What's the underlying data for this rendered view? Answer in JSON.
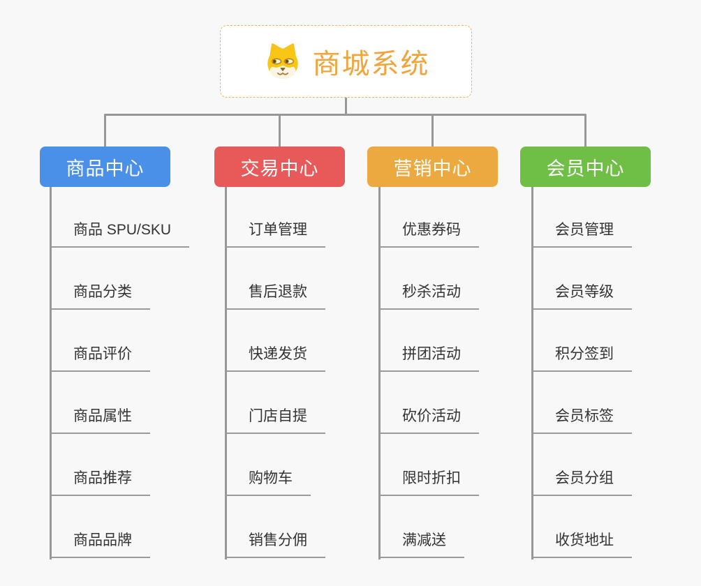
{
  "diagram": {
    "type": "mindmap-org-chart",
    "background": "#f8f8f8",
    "connector_color": "#979797"
  },
  "root": {
    "title": "商城系统",
    "icon": "doge-icon",
    "text_color": "#f0a53c",
    "border_color": "#edb45e"
  },
  "branches": [
    {
      "label": "商品中心",
      "color": "#4b90e8",
      "items": [
        "商品 SPU/SKU",
        "商品分类",
        "商品评价",
        "商品属性",
        "商品推荐",
        "商品品牌"
      ]
    },
    {
      "label": "交易中心",
      "color": "#e8595a",
      "items": [
        "订单管理",
        "售后退款",
        "快递发货",
        "门店自提",
        "购物车",
        "销售分佣"
      ]
    },
    {
      "label": "营销中心",
      "color": "#eba93f",
      "items": [
        "优惠券码",
        "秒杀活动",
        "拼团活动",
        "砍价活动",
        "限时折扣",
        "满减送"
      ]
    },
    {
      "label": "会员中心",
      "color": "#6fbe45",
      "items": [
        "会员管理",
        "会员等级",
        "积分签到",
        "会员标签",
        "会员分组",
        "收货地址"
      ]
    }
  ]
}
